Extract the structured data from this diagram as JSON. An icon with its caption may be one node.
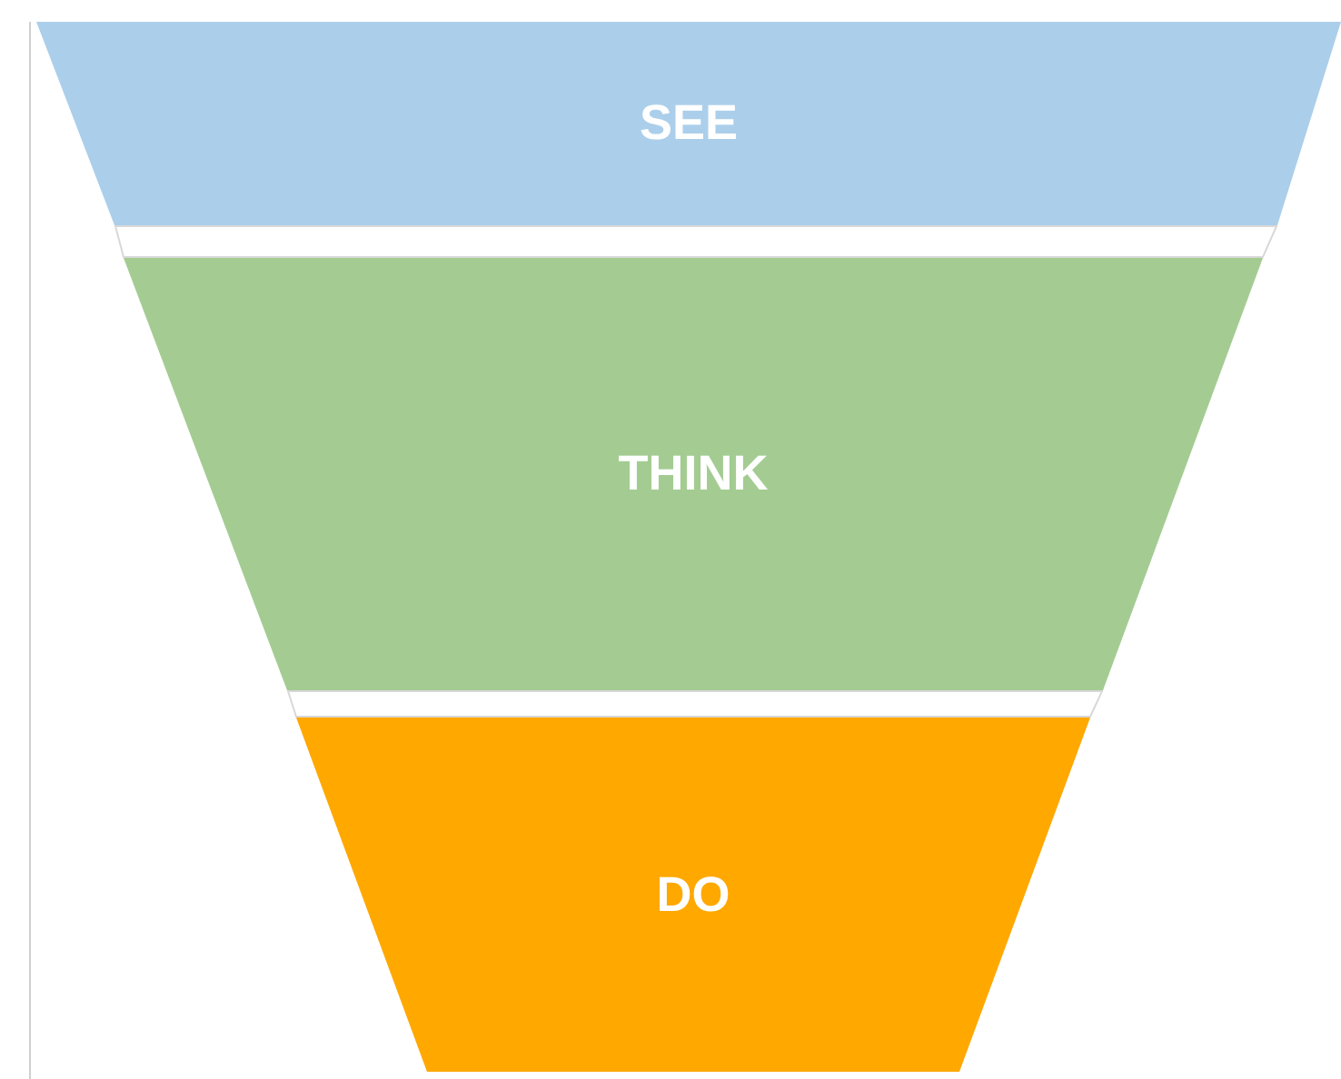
{
  "diagram": {
    "nodes": [
      {
        "text": [
          "SEE"
        ]
      },
      {
        "text": [],
        "shape": "band"
      },
      {
        "text": [
          "THINK"
        ]
      },
      {
        "text": [],
        "shape": "band"
      },
      {
        "text": [
          "DO"
        ]
      }
    ]
  }
}
